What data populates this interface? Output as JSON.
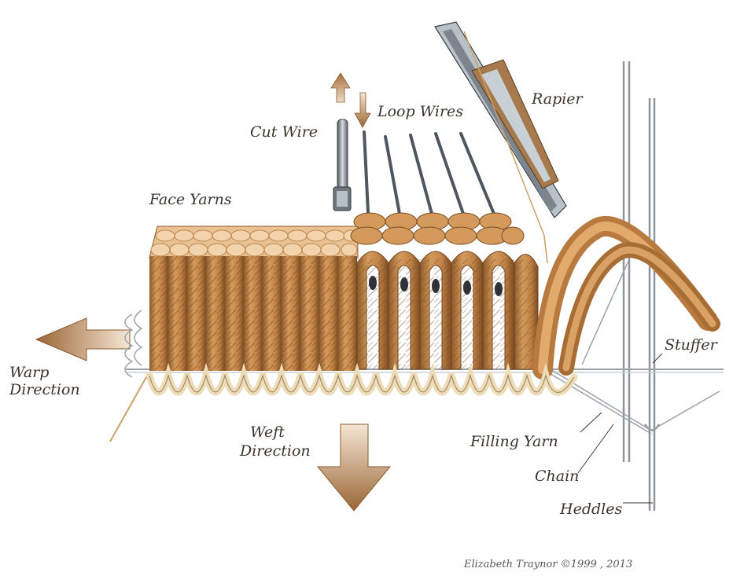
{
  "labels": {
    "cut_wire": "Cut Wire",
    "loop_wires": "Loop Wires",
    "rapier": "Rapier",
    "face_yarns": "Face Yarns",
    "stuffer": "Stuffer",
    "warp_direction_1": "Warp",
    "warp_direction_2": "Direction",
    "weft_direction_1": "Weft",
    "weft_direction_2": "Direction",
    "filling_yarn": "Filling Yarn",
    "chain": "Chain",
    "heddles": "Heddles"
  },
  "signature": "Elizabeth Traynor  ©1999 , 2013",
  "colors": {
    "yarn": "#c98a4b",
    "yarn_light": "#e7b57d",
    "yarn_dark": "#8f5a2a",
    "wire": "#8c949c",
    "ink": "#3a342e",
    "arrow_light": "#f3dfc9",
    "arrow_dark": "#a46f3f"
  }
}
